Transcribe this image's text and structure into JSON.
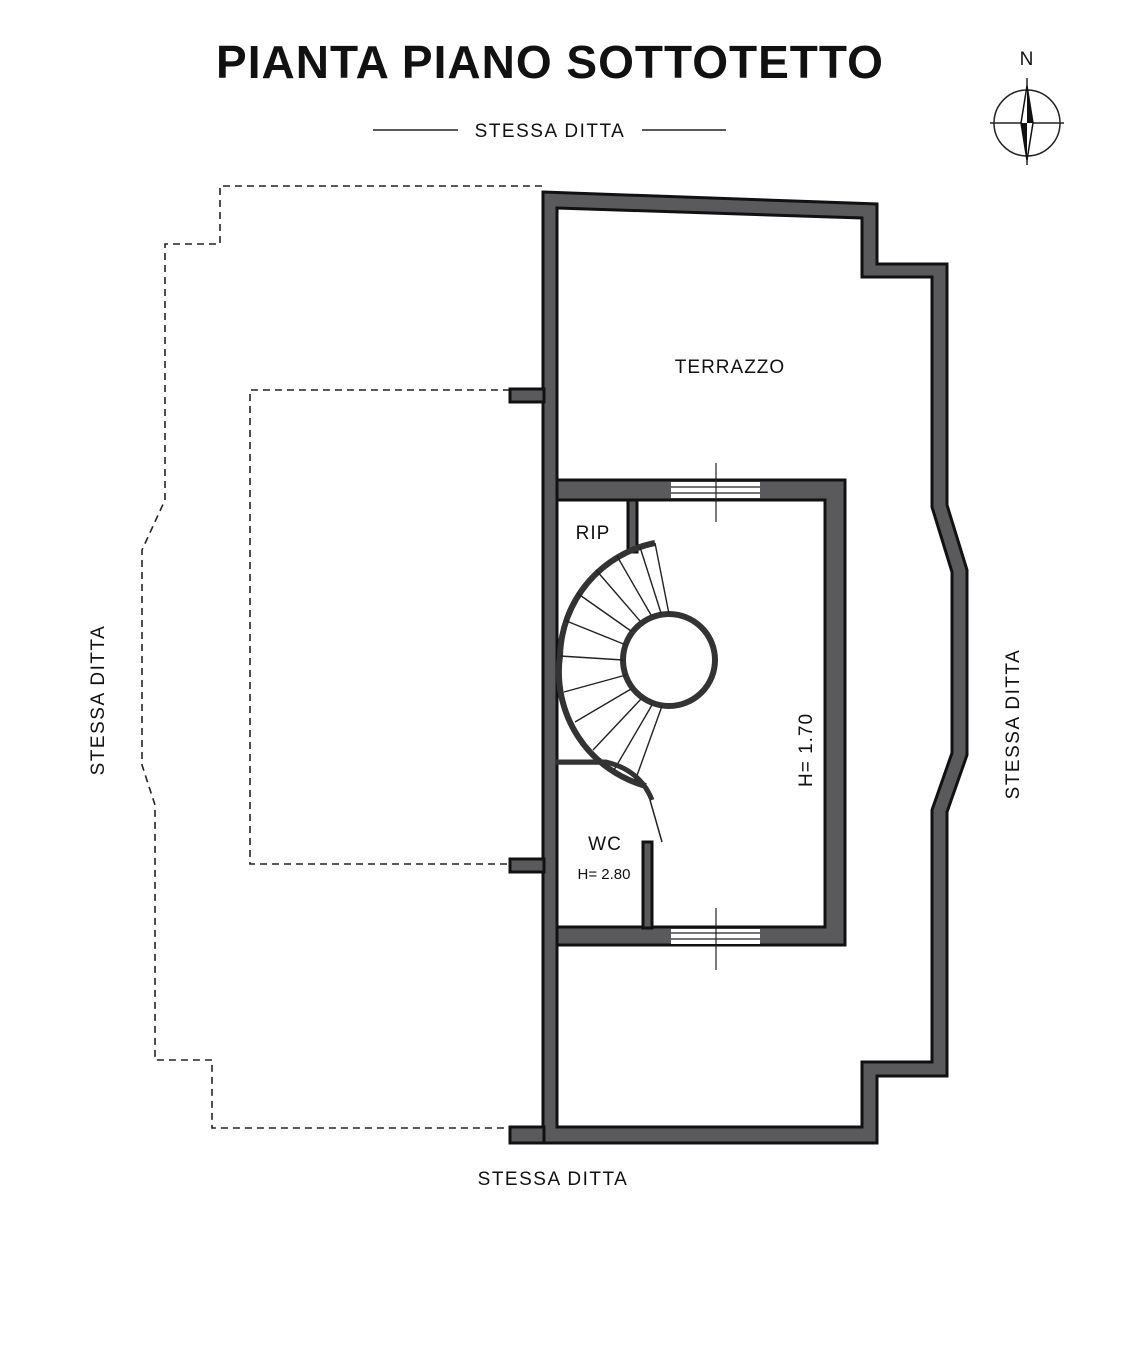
{
  "title": "PIANTA PIANO SOTTOTETTO",
  "compass": {
    "label": "N"
  },
  "neighbors": {
    "top": "STESSA DITTA",
    "left": "STESSA DITTA",
    "right": "STESSA DITTA",
    "bottom": "STESSA DITTA"
  },
  "rooms": {
    "terrace": "TERRAZZO",
    "storage": "RIP",
    "wc": "WC",
    "wc_height": "H= 2.80",
    "main_height": "H= 1.70"
  },
  "colors": {
    "wall_fill": "#5a5a5c",
    "line": "#111111"
  }
}
